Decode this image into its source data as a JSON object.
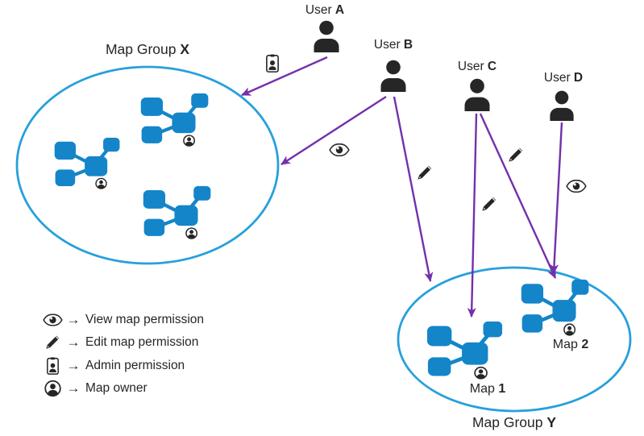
{
  "title": "Map groups and user permissions diagram",
  "colors": {
    "map-blue": "#1485c9",
    "ellipse-blue": "#27a0dc",
    "arrow-purple": "#7330ab",
    "ink": "#262626"
  },
  "users": [
    {
      "prefix": "User ",
      "letter": "A"
    },
    {
      "prefix": "User ",
      "letter": "B"
    },
    {
      "prefix": "User ",
      "letter": "C"
    },
    {
      "prefix": "User ",
      "letter": "D"
    }
  ],
  "groups": {
    "x": {
      "prefix": "Map Group ",
      "letter": "X"
    },
    "y": {
      "prefix": "Map Group ",
      "letter": "Y"
    }
  },
  "maps": {
    "map1": {
      "prefix": "Map ",
      "letter": "1"
    },
    "map2": {
      "prefix": "Map ",
      "letter": "2"
    }
  },
  "edges": [
    {
      "from": "User A",
      "to": "Map Group X",
      "permission": "Admin",
      "icon": "badge-icon"
    },
    {
      "from": "User B",
      "to": "Map Group X",
      "permission": "View",
      "icon": "eye-icon"
    },
    {
      "from": "User B",
      "to": "Map Group Y",
      "permission": "Edit",
      "icon": "pencil-icon"
    },
    {
      "from": "User C",
      "to": "Map 1",
      "permission": "Edit",
      "icon": "pencil-icon"
    },
    {
      "from": "User C",
      "to": "Map 2",
      "permission": "Edit",
      "icon": "pencil-icon"
    },
    {
      "from": "User D",
      "to": "Map 2",
      "permission": "View",
      "icon": "eye-icon"
    }
  ],
  "legend": {
    "arrow_glyph": "→",
    "items": [
      {
        "icon": "eye-icon",
        "label": "View map permission"
      },
      {
        "icon": "pencil-icon",
        "label": "Edit map permission"
      },
      {
        "icon": "badge-icon",
        "label": "Admin permission"
      },
      {
        "icon": "owner-icon",
        "label": "Map owner"
      }
    ]
  }
}
